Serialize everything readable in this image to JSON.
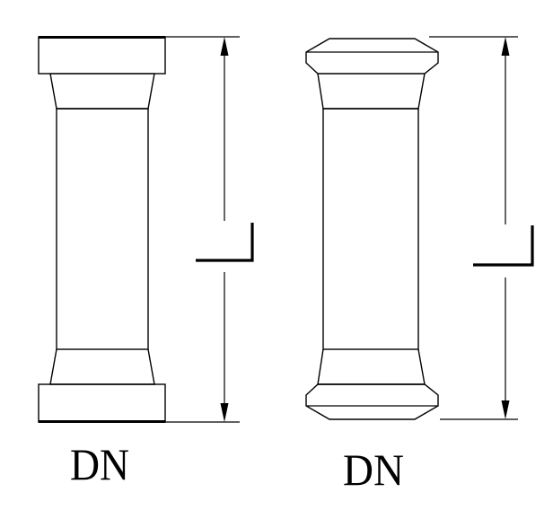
{
  "figures": [
    {
      "id": "left",
      "size_label": "DN",
      "length_label": "L"
    },
    {
      "id": "right",
      "size_label": "DN",
      "length_label": "L"
    }
  ],
  "colors": {
    "line": "#000000",
    "background": "#ffffff"
  }
}
